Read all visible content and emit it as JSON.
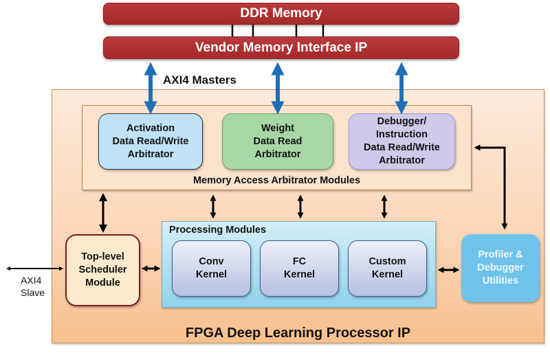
{
  "diagram": {
    "ddr_memory": "DDR Memory",
    "vendor_interface": "Vendor Memory Interface IP",
    "axi4_masters": "AXI4 Masters",
    "memory_arbiter": {
      "label": "Memory Access Arbitrator Modules",
      "modules": [
        {
          "label": "Activation\nData Read/Write\nArbitrator",
          "color": "#bfe2f5"
        },
        {
          "label": "Weight\nData Read\nArbitrator",
          "color": "#a8d7a6"
        },
        {
          "label": "Debugger/\nInstruction\nData Read/Write\nArbitrator",
          "color": "#cfc9ea"
        }
      ]
    },
    "processing": {
      "label": "Processing Modules",
      "kernels": [
        "Conv\nKernel",
        "FC\nKernel",
        "Custom\nKernel"
      ]
    },
    "scheduler": "Top-level\nScheduler\nModule",
    "profiler": "Profiler &\nDebugger\nUtilities",
    "axi4_slave": "AXI4\nSlave",
    "container_title": "FPGA Deep Learning Processor IP",
    "colors": {
      "memory_red": "#a52a2a",
      "axi_arrow_blue": "#1f6fb5",
      "container_peach": "#fbd5b5",
      "profiler_blue": "#6fc3ea"
    }
  }
}
